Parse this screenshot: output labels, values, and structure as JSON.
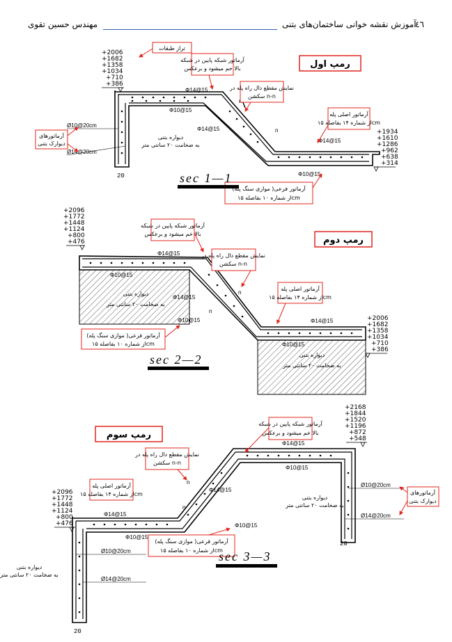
{
  "header": {
    "page_number": "٤٦",
    "book_title": "آموزش نقشه خوانی ساختمان‌های بتنی",
    "author": "مهندس حسین تقوی"
  },
  "section1": {
    "ramp_label": "رمپ اول",
    "section_label": "sec  1—1",
    "levels_left": [
      "+2006",
      "+1682",
      "+1358",
      "+1034",
      "+710",
      "+386"
    ],
    "levels_right": [
      "+1934",
      "+1610",
      "+1286",
      "+962",
      "+638",
      "+314"
    ],
    "floor_levels_label": "تراز طبقات",
    "bent_rebar_note": [
      "آرماتور شبکه پایین در شبکه",
      "بالا خم میشود و برعکس"
    ],
    "section_nn_note": [
      "نمایش مقطع دال راه پله در",
      "سکشن  n-n"
    ],
    "main_rebar_note": [
      "آرماتور اصلی پله",
      "از شماره ۱۴ بفاصله ۱۵cm"
    ],
    "wall_rebar_note": [
      "آرماتورهای",
      "دیوارک بتنی"
    ],
    "secondary_rebar_note": [
      "آرماتور فرعی( موازی سنگ پله)",
      "از شماره ۱۰ بفاصله ۱۵cm"
    ],
    "wall_note": [
      "دیواره بتنی",
      "به ضخامت ۲۰ سانتی متر"
    ],
    "rebar": {
      "phi14_15": "Φ14@15",
      "phi10_15": "Φ10@15",
      "phi10_20": "Ø10@20cm",
      "phi14_20": "Ø14@20cm"
    },
    "dim": "20",
    "cut": "n"
  },
  "section2": {
    "ramp_label": "رمپ دوم",
    "section_label": "sec  2—2",
    "levels_left": [
      "+2096",
      "+1772",
      "+1448",
      "+1124",
      "+800",
      "+476"
    ],
    "levels_right": [
      "+2006",
      "+1682",
      "+1358",
      "+1034",
      "+710",
      "+386"
    ],
    "bent_rebar_note": [
      "آرماتور شبکه پایین در شبکه",
      "بالا خم میشود و برعکس"
    ],
    "section_nn_note": [
      "نمایش مقطع دال راه پله در",
      "سکشن  n-n"
    ],
    "main_rebar_note": [
      "آرماتور اصلی پله",
      "از شماره ۱۴ بفاصله ۱۵cm"
    ],
    "secondary_rebar_note": [
      "آرماتور فرعی( موازی سنگ پله)",
      "از شماره ۱۰ بفاصله ۱۵cm"
    ],
    "wall_note": [
      "دیواره بتنی",
      "به ضخامت ۲۰ سانتی متر"
    ],
    "rebar": {
      "phi14_15": "Φ14@15",
      "phi10_15": "Φ10@15"
    },
    "cut": "n"
  },
  "section3": {
    "ramp_label": "رمپ سوم",
    "section_label": "sec  3—3",
    "levels_left": [
      "+2096",
      "+1772",
      "+1448",
      "+1124",
      "+800",
      "+476"
    ],
    "levels_right": [
      "+2168",
      "+1844",
      "+1520",
      "+1196",
      "+872",
      "+548"
    ],
    "bent_rebar_note": [
      "آرماتور شبکه پایین در شبکه",
      "بالا خم میشود و برعکس"
    ],
    "section_nn_note": [
      "نمایش مقطع دال راه پله در",
      "سکشن  n-n"
    ],
    "main_rebar_note": [
      "آرماتور اصلی پله",
      "از شماره ۱۴ بفاصله ۱۵cm"
    ],
    "wall_rebar_note": [
      "آرماتورهای",
      "دیوارک بتنی"
    ],
    "secondary_rebar_note": [
      "آرماتور فرعی( موازی سنگ پله)",
      "از شماره ۱۰ بفاصله ۱۵cm"
    ],
    "wall_note": [
      "دیواره بتنی",
      "به ضخامت ۲۰ سانتی متر"
    ],
    "rebar": {
      "phi14_15": "Φ14@15",
      "phi10_15": "Φ10@15",
      "phi10_20": "Ø10@20cm",
      "phi14_20": "Ø14@20cm"
    },
    "dim": "20",
    "cut": "n"
  },
  "colors": {
    "callout": "#e0241b",
    "ink": "#000000",
    "header_rule": "#2f5fb3"
  }
}
